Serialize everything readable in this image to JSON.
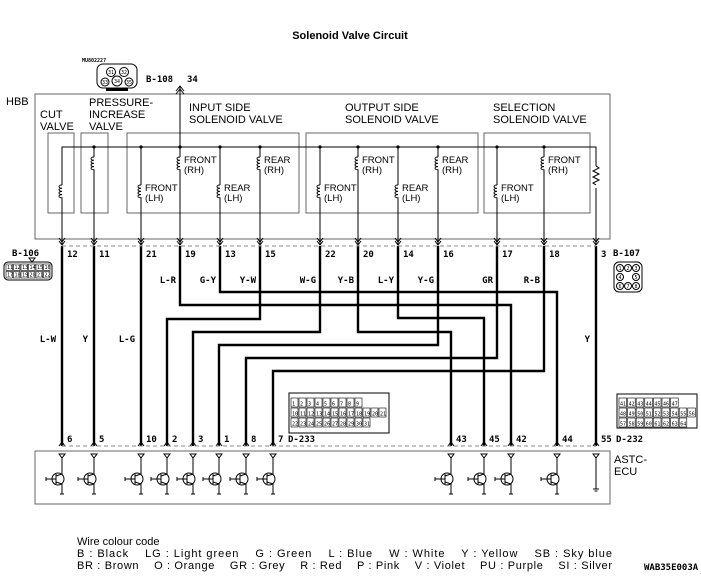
{
  "title": "Solenoid Valve Circuit",
  "hbb_label": "HBB",
  "connectors": {
    "b108": {
      "name": "B-108",
      "pin": "34",
      "part_no": "MU802227",
      "pins": [
        "31",
        "32",
        "33",
        "34",
        "35"
      ]
    },
    "b106": {
      "name": "B-106",
      "rows": [
        [
          "11",
          "12",
          "13",
          "14",
          "15",
          "16"
        ],
        [
          "17",
          "18",
          "19",
          "20",
          "21",
          "22"
        ]
      ]
    },
    "b107": {
      "name": "B-107",
      "pins": [
        "1",
        "2",
        "3",
        "4",
        "5",
        "6",
        "7",
        "8"
      ]
    },
    "d233": {
      "name": "D-233",
      "rows": [
        [
          "1",
          "2",
          "3",
          "4",
          "5",
          "6",
          "7",
          "8",
          "9"
        ],
        [
          "10",
          "11",
          "12",
          "13",
          "14",
          "15",
          "16",
          "17",
          "18",
          "19",
          "20",
          "21"
        ],
        [
          "22",
          "23",
          "24",
          "25",
          "26",
          "27",
          "28",
          "29",
          "30",
          "31"
        ]
      ]
    },
    "d232": {
      "name": "D-232",
      "rows": [
        [
          "41",
          "42",
          "43",
          "44",
          "45",
          "46",
          "47"
        ],
        [
          "48",
          "49",
          "50",
          "51",
          "52",
          "53",
          "54",
          "55",
          "56"
        ],
        [
          "57",
          "58",
          "59",
          "60",
          "61",
          "62",
          "63",
          "64"
        ]
      ]
    }
  },
  "valves": {
    "cut": [
      "CUT",
      "VALVE"
    ],
    "pressure": [
      "PRESSURE-",
      "INCREASE",
      "VALVE"
    ],
    "input": [
      "INPUT SIDE",
      "SOLENOID VALVE"
    ],
    "output": [
      "OUTPUT SIDE",
      "SOLENOID VALVE"
    ],
    "selection": [
      "SELECTION",
      "SOLENOID VALVE"
    ]
  },
  "coils": [
    {
      "pin": "21",
      "label": [
        "FRONT",
        "(LH)"
      ]
    },
    {
      "pin": "19",
      "label": [
        "FRONT",
        "(RH)"
      ]
    },
    {
      "pin": "13",
      "label": [
        "REAR",
        "(LH)"
      ]
    },
    {
      "pin": "15",
      "label": [
        "REAR",
        "(RH)"
      ]
    },
    {
      "pin": "22",
      "label": [
        "FRONT",
        "(LH)"
      ]
    },
    {
      "pin": "20",
      "label": [
        "FRONT",
        "(RH)"
      ]
    },
    {
      "pin": "14",
      "label": [
        "REAR",
        "(LH)"
      ]
    },
    {
      "pin": "16",
      "label": [
        "REAR",
        "(RH)"
      ]
    },
    {
      "pin": "17",
      "label": [
        "FRONT",
        "(LH)"
      ]
    },
    {
      "pin": "18",
      "label": [
        "FRONT",
        "(RH)"
      ]
    }
  ],
  "wires": [
    {
      "hbb_pin": "12",
      "color": "L-W",
      "ecu_pin": "6"
    },
    {
      "hbb_pin": "11",
      "color": "Y",
      "ecu_pin": "5"
    },
    {
      "hbb_pin": "21",
      "color": "L-G",
      "ecu_pin": "10"
    },
    {
      "hbb_pin": "19",
      "color": "L-R",
      "ecu_pin": "42"
    },
    {
      "hbb_pin": "13",
      "color": "G-Y",
      "ecu_pin": "44"
    },
    {
      "hbb_pin": "15",
      "color": "Y-W",
      "ecu_pin": "2"
    },
    {
      "hbb_pin": "22",
      "color": "W-G",
      "ecu_pin": "3"
    },
    {
      "hbb_pin": "20",
      "color": "Y-B",
      "ecu_pin": "43"
    },
    {
      "hbb_pin": "14",
      "color": "L-Y",
      "ecu_pin": "45"
    },
    {
      "hbb_pin": "16",
      "color": "Y-G",
      "ecu_pin": "1"
    },
    {
      "hbb_pin": "17",
      "color": "GR",
      "ecu_pin": "8"
    },
    {
      "hbb_pin": "18",
      "color": "R-B",
      "ecu_pin": "7"
    },
    {
      "hbb_pin": "3",
      "color": "Y",
      "ecu_pin": "55"
    }
  ],
  "ecu_label": [
    "ASTC-",
    "ECU"
  ],
  "legend": {
    "title": "Wire colour code",
    "row1": "B : Black    LG : Light green    G : Green    L : Blue    W : White    Y : Yellow    SB : Sky blue",
    "row2": "BR : Brown    O : Orange    GR : Grey    R : Red    P : Pink    V : Violet    PU : Purple    SI : Silver"
  },
  "figure_id": "WAB35E003A"
}
